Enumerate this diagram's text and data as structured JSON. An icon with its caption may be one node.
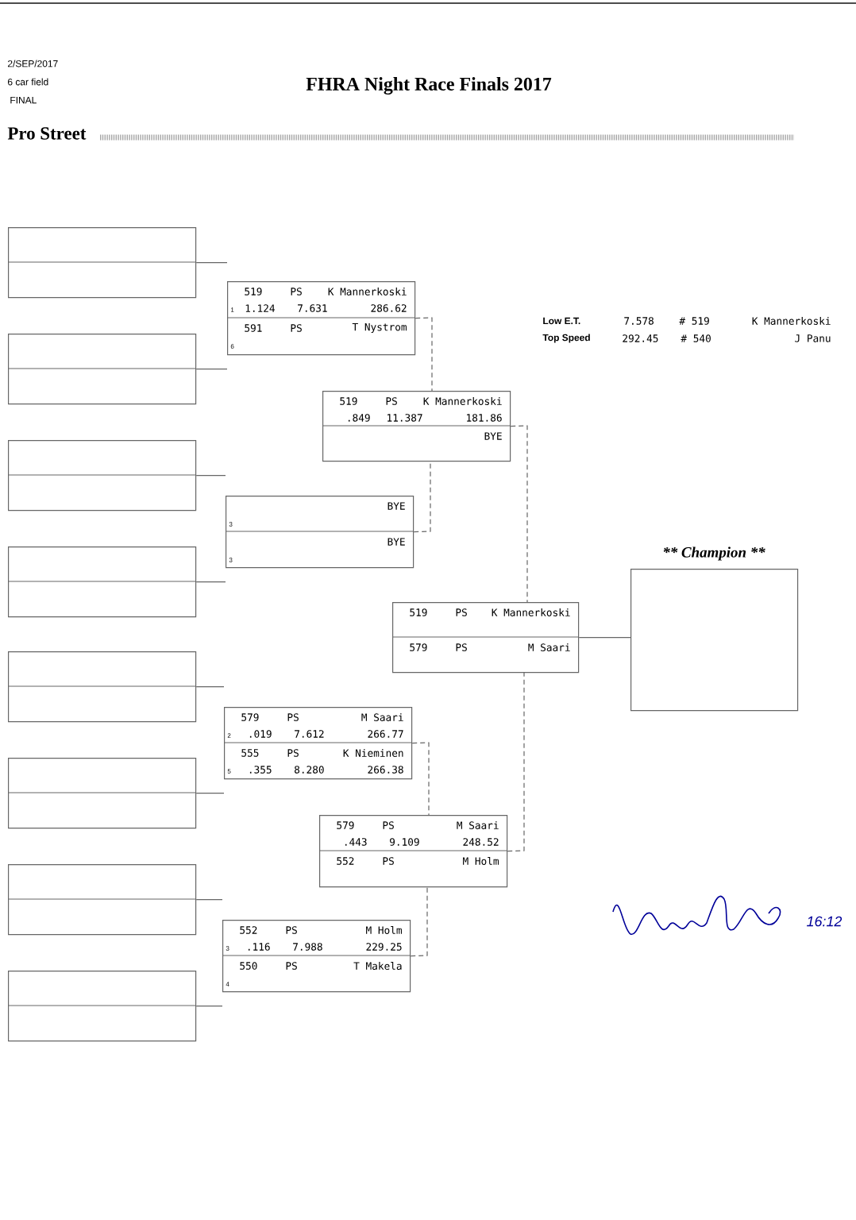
{
  "diagram": {
    "title": "FHRA Night Race Finals 2017",
    "nodes": [
      {
        "text": [],
        "shape": "box"
      },
      {
        "text": [],
        "shape": "box"
      },
      {
        "text": [],
        "shape": "box"
      },
      {
        "text": [],
        "shape": "box"
      },
      {
        "text": [],
        "shape": "box"
      },
      {
        "text": [],
        "shape": "box"
      },
      {
        "text": [],
        "shape": "box"
      },
      {
        "text": [],
        "shape": "box"
      },
      {
        "text": [
          "519",
          "PS",
          "K Mannerkoski",
          "1",
          "1.124",
          "7.631",
          "286.62",
          "591",
          "PS",
          "T Nystrom",
          "6"
        ]
      },
      {
        "text": [
          "BYE",
          "3",
          "BYE",
          "3"
        ]
      },
      {
        "text": [
          "579",
          "PS",
          "M Saari",
          "2",
          ".019",
          "7.612",
          "266.77",
          "555",
          "PS",
          "K Nieminen",
          "5",
          ".355",
          "8.280",
          "266.38"
        ]
      },
      {
        "text": [
          "552",
          "PS",
          "M Holm",
          "3",
          ".116",
          "7.988",
          "229.25",
          "550",
          "PS",
          "T Makela",
          "4"
        ]
      },
      {
        "text": [
          "519",
          "PS",
          "K Mannerkoski",
          ".849",
          "11.387",
          "181.86",
          "BYE"
        ]
      },
      {
        "text": [
          "579",
          "PS",
          "M Saari",
          ".443",
          "9.109",
          "248.52",
          "552",
          "PS",
          "M Holm"
        ]
      },
      {
        "text": [
          "519",
          "PS",
          "K Mannerkoski",
          "579",
          "PS",
          "M Saari"
        ]
      },
      {
        "text": [
          "** Champion **"
        ]
      }
    ],
    "edges": [
      {
        "from": 0,
        "to": 8,
        "arrow": "none"
      },
      {
        "from": 1,
        "to": 8,
        "arrow": "none"
      },
      {
        "from": 2,
        "to": 9,
        "arrow": "none"
      },
      {
        "from": 3,
        "to": 9,
        "arrow": "none"
      },
      {
        "from": 4,
        "to": 10,
        "arrow": "none"
      },
      {
        "from": 5,
        "to": 10,
        "arrow": "none"
      },
      {
        "from": 6,
        "to": 11,
        "arrow": "none"
      },
      {
        "from": 7,
        "to": 11,
        "arrow": "none"
      },
      {
        "from": 8,
        "to": 12,
        "arrow": "none",
        "style": "dashed"
      },
      {
        "from": 9,
        "to": 12,
        "arrow": "none",
        "style": "dashed"
      },
      {
        "from": 10,
        "to": 13,
        "arrow": "none",
        "style": "dashed"
      },
      {
        "from": 11,
        "to": 13,
        "arrow": "none",
        "style": "dashed"
      },
      {
        "from": 12,
        "to": 14,
        "arrow": "none",
        "style": "dashed"
      },
      {
        "from": 13,
        "to": 14,
        "arrow": "none",
        "style": "dashed"
      },
      {
        "from": 14,
        "to": 15,
        "arrow": "none"
      }
    ],
    "labels": [
      "2/SEP/2017",
      "6 car field",
      "FINAL",
      "Pro Street",
      "Low E.T.",
      "7.578",
      "# 519",
      "K Mannerkoski",
      "Top Speed",
      "292.45",
      "# 540",
      "J Panu",
      "16:12"
    ]
  }
}
